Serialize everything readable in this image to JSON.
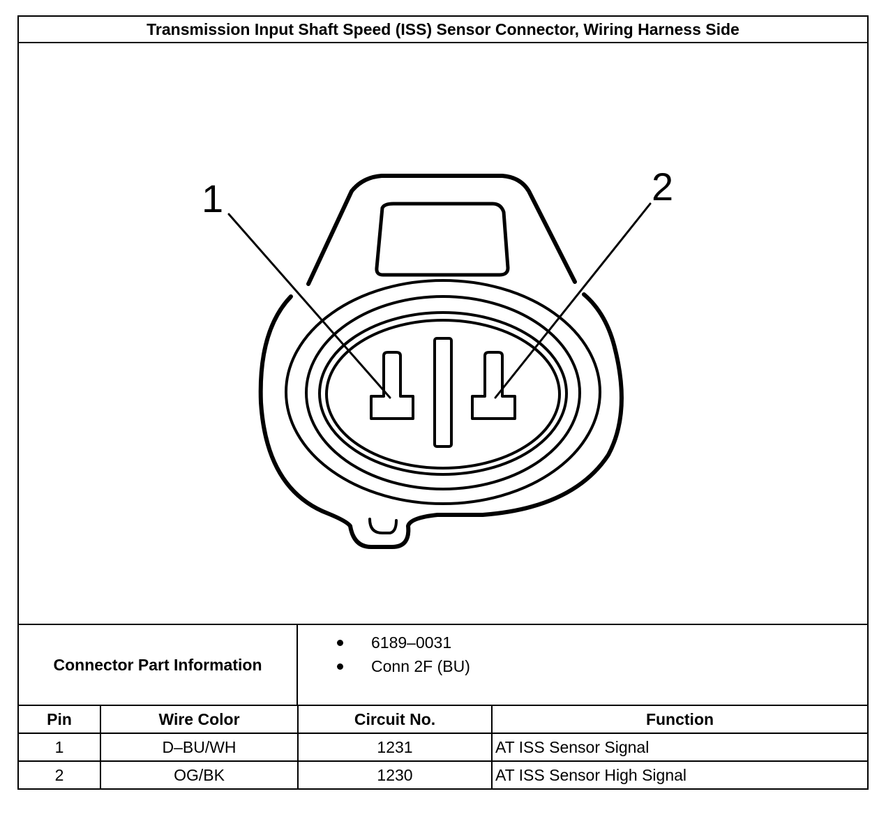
{
  "title": "Transmission Input Shaft Speed (ISS) Sensor Connector, Wiring Harness Side",
  "diagram": {
    "callouts": [
      "1",
      "2"
    ]
  },
  "connector_part_information": {
    "label": "Connector Part Information",
    "items": [
      "6189–0031",
      "Conn 2F (BU)"
    ]
  },
  "pin_table": {
    "headers": {
      "pin": "Pin",
      "wire_color": "Wire Color",
      "circuit": "Circuit No.",
      "function": "Function"
    },
    "rows": [
      {
        "pin": "1",
        "wire_color": "D–BU/WH",
        "circuit": "1231",
        "function": "AT ISS Sensor Signal"
      },
      {
        "pin": "2",
        "wire_color": "OG/BK",
        "circuit": "1230",
        "function": "AT ISS Sensor High Signal"
      }
    ]
  }
}
